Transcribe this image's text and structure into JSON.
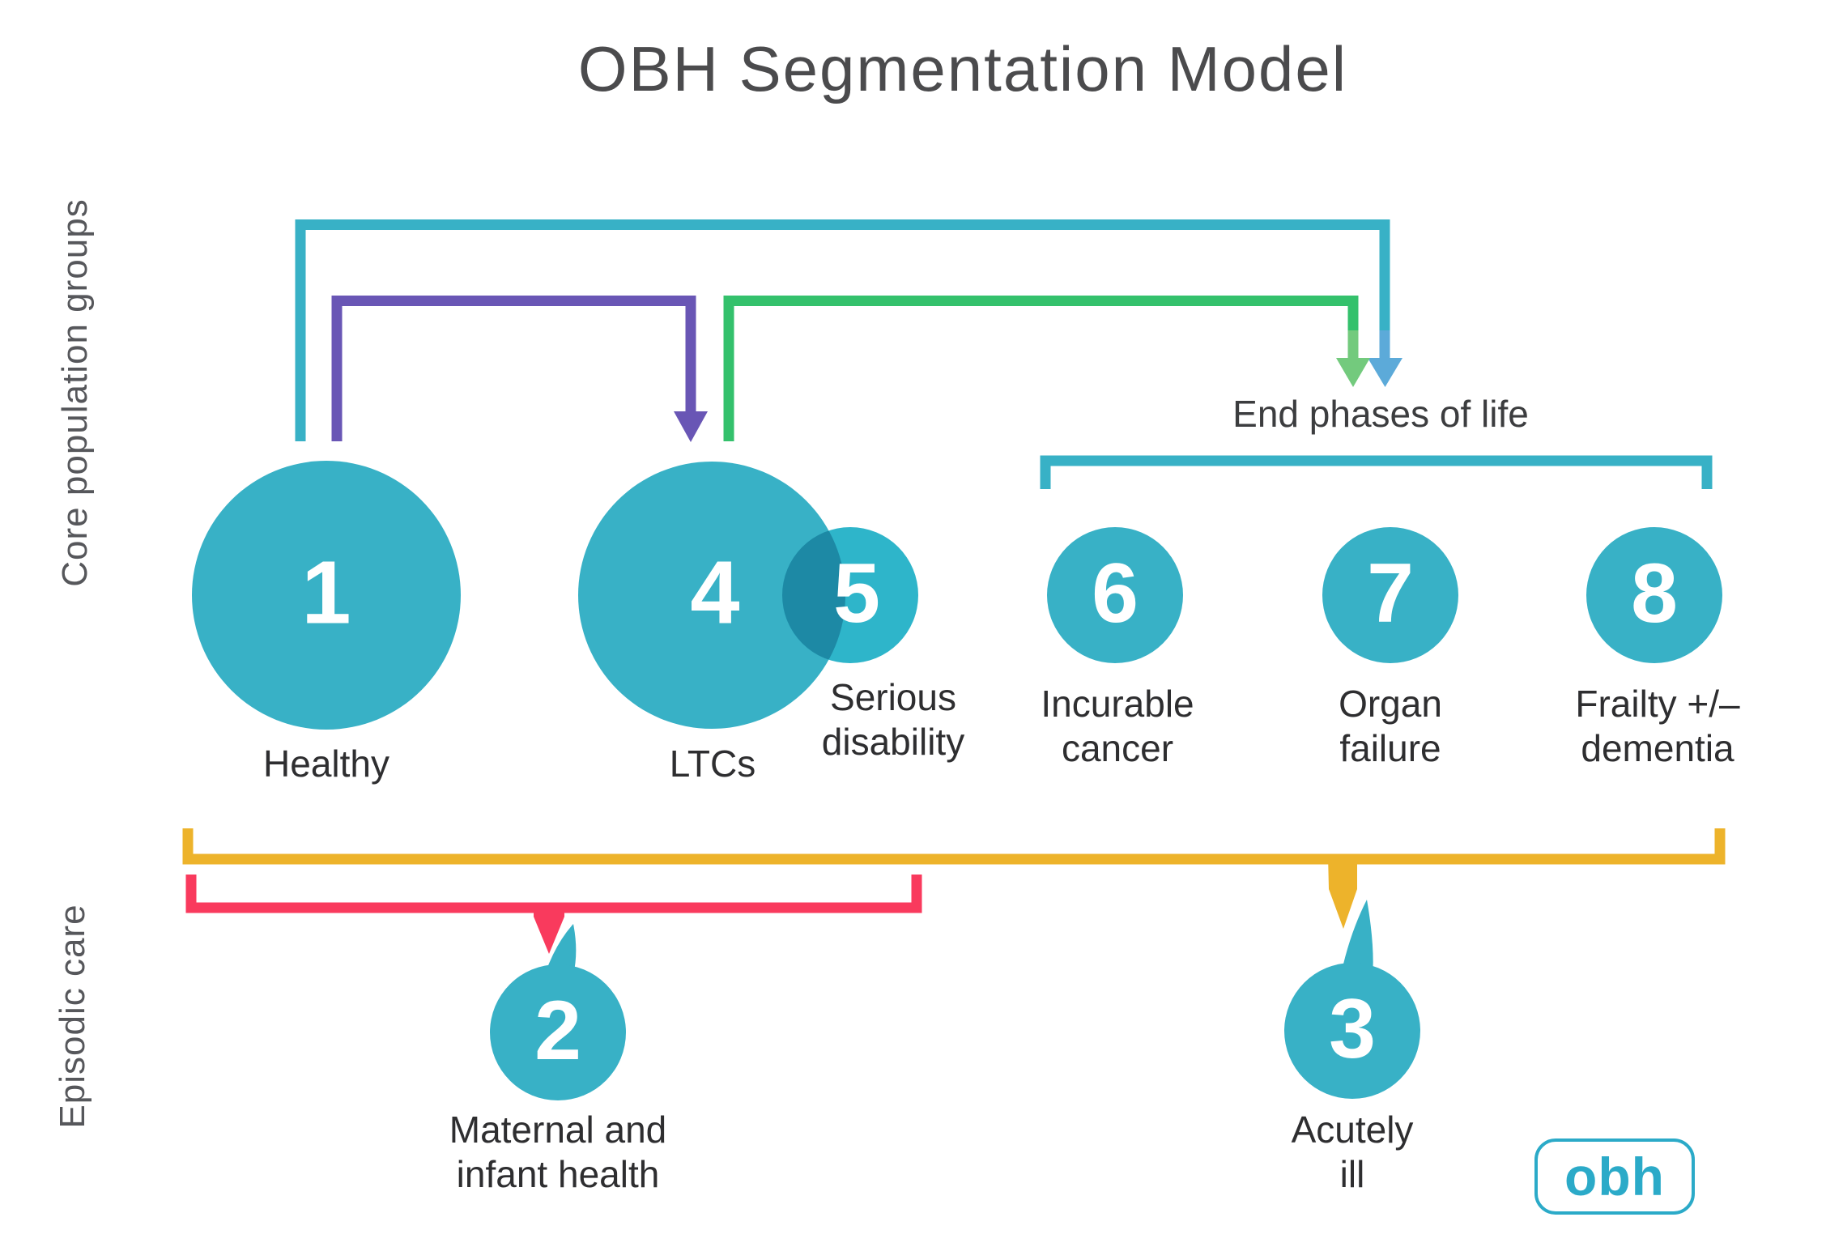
{
  "title": "OBH Segmentation Model",
  "axis_labels": {
    "core": "Core population groups",
    "episodic": "Episodic care"
  },
  "annotations": {
    "end_phases": "End phases of life"
  },
  "groups": {
    "g1": {
      "number": "1",
      "label": "Healthy"
    },
    "g2": {
      "number": "2",
      "line1": "Maternal and",
      "line2": "infant health"
    },
    "g3": {
      "number": "3",
      "line1": "Acutely",
      "line2": "ill"
    },
    "g4": {
      "number": "4",
      "label": "LTCs"
    },
    "g5": {
      "number": "5",
      "line1": "Serious",
      "line2": "disability"
    },
    "g6": {
      "number": "6",
      "line1": "Incurable",
      "line2": "cancer"
    },
    "g7": {
      "number": "7",
      "line1": "Organ",
      "line2": "failure"
    },
    "g8": {
      "number": "8",
      "line1": "Frailty +/–",
      "line2": "dementia"
    }
  },
  "logo": {
    "text": "obh"
  },
  "colors": {
    "teal": "#38b1c6",
    "teal_light": "#2eb5ca",
    "teal_dark": "#1d89a5",
    "blue_light": "#5caad9",
    "green": "#34c16c",
    "green_light": "#73ca7d",
    "purple": "#6956b5",
    "yellow": "#edb32b",
    "pink": "#f93a5d",
    "text_dark": "#2e2e30",
    "text_gray": "#4b4b4d",
    "side_gray": "#56575b",
    "logo_teal": "#2baac8"
  }
}
